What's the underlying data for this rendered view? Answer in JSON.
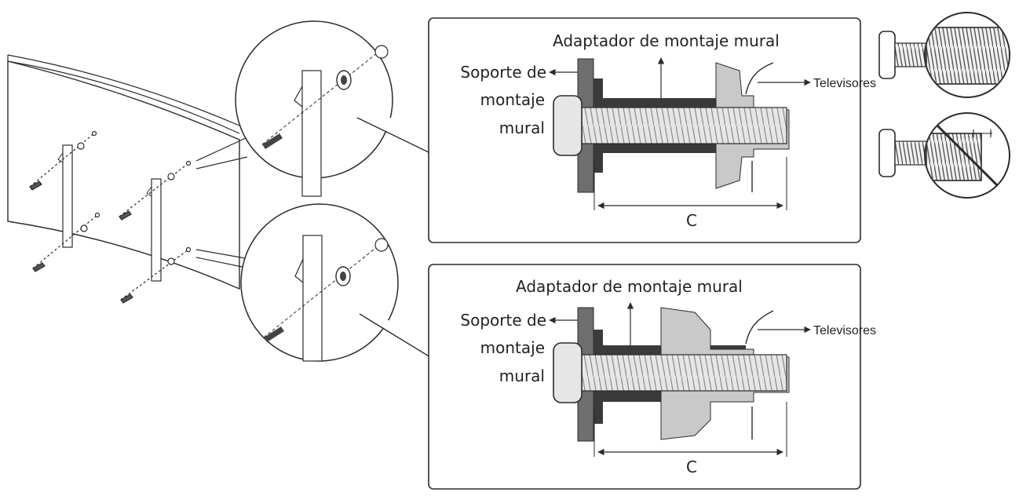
{
  "colors": {
    "line": "#2b2b2b",
    "wall_bracket": "#6e6e6e",
    "adapter": "#3a3a3a",
    "tv_part": "#c9c9c9",
    "screw_fill": "#e6e6e6",
    "arrow": "#2b2b2b"
  },
  "panel_top": {
    "adapter_label": "Adaptador de montaje mural",
    "bracket_label_line1": "Soporte de",
    "bracket_label_line2": "montaje",
    "bracket_label_line3": "mural",
    "tv_label": "Televisores",
    "dimension_label": "C"
  },
  "panel_bottom": {
    "adapter_label": "Adaptador de montaje mural",
    "bracket_label_line1": "Soporte de",
    "bracket_label_line2": "montaje",
    "bracket_label_line3": "mural",
    "tv_label": "Televisores",
    "dimension_label": "C"
  },
  "side_examples": {
    "correct": "correct-thread-example",
    "incorrect": "incorrect-thread-example"
  }
}
